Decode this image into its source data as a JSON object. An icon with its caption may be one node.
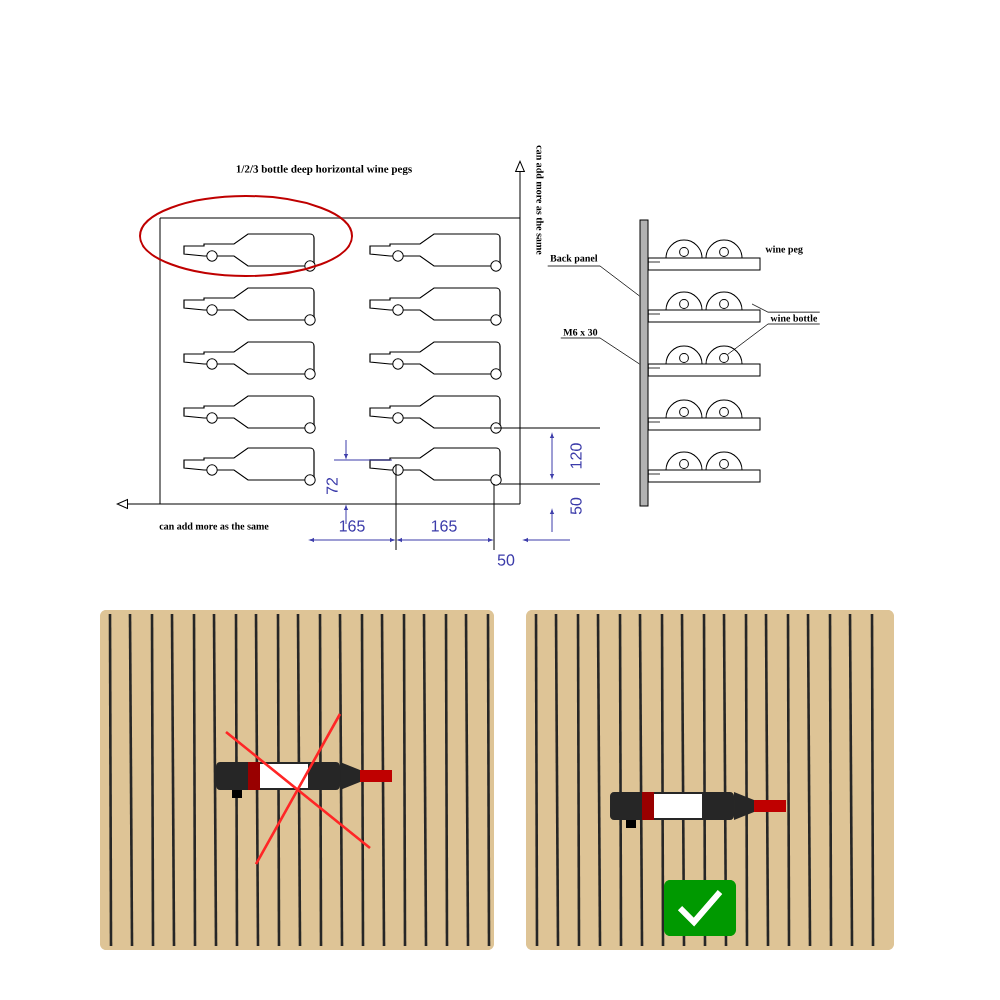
{
  "diagram": {
    "nodes": [
      {
        "text": [
          "Back panel"
        ]
      },
      {
        "text": [
          "M6 x 30"
        ]
      },
      {
        "text": [
          "wine bottle"
        ]
      },
      {
        "text": [],
        "shape": "bar"
      },
      {
        "text": [],
        "shape": "circle"
      }
    ],
    "edges": [
      {
        "from": 0,
        "to": 3,
        "arrow": "none"
      },
      {
        "from": 1,
        "to": 3,
        "arrow": "none"
      },
      {
        "from": 2,
        "to": null,
        "arrow": "none"
      },
      {
        "from": 2,
        "to": 4,
        "arrow": "none"
      }
    ],
    "labels": [
      "1/2/3 bottle deep  horizontal wine pegs",
      "can add more as the same",
      "can add more as the same",
      "72",
      "165",
      "165",
      "50",
      "120",
      "50",
      "wine peg"
    ]
  }
}
